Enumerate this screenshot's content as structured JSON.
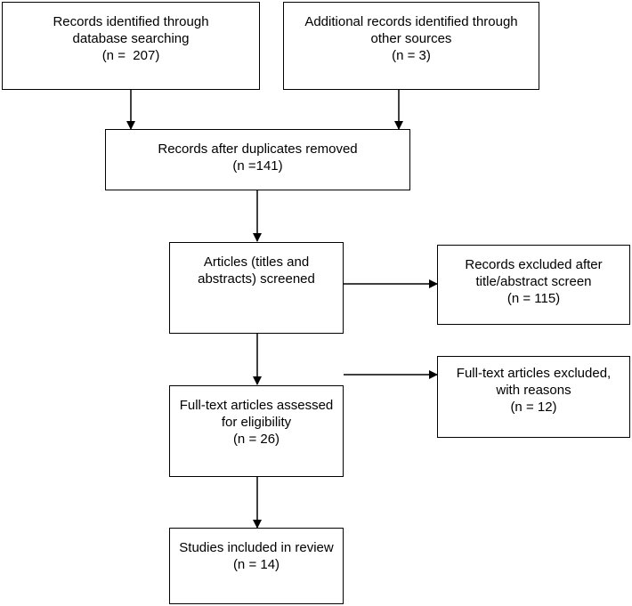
{
  "boxes": {
    "db_search": {
      "lines": [
        "Records identified through",
        "database searching",
        "(n =  207)"
      ]
    },
    "other_sources": {
      "lines": [
        "Additional records identified through",
        "other sources",
        "(n = 3)"
      ]
    },
    "after_duplicates": {
      "lines": [
        "Records after duplicates removed",
        "(n =141)"
      ]
    },
    "screened": {
      "lines": [
        "Articles (titles and",
        "abstracts) screened"
      ]
    },
    "excluded_screen": {
      "lines": [
        "Records excluded after",
        "title/abstract screen",
        "(n = 115)"
      ]
    },
    "fulltext_assessed": {
      "lines": [
        "Full-text articles assessed",
        "for eligibility",
        "(n = 26)"
      ]
    },
    "fulltext_excluded": {
      "lines": [
        "Full-text articles excluded,",
        "with reasons",
        "(n = 12)"
      ]
    },
    "included": {
      "lines": [
        "Studies included in review",
        "(n = 14)"
      ]
    }
  },
  "colors": {
    "stroke": "#000000",
    "background": "#ffffff"
  }
}
